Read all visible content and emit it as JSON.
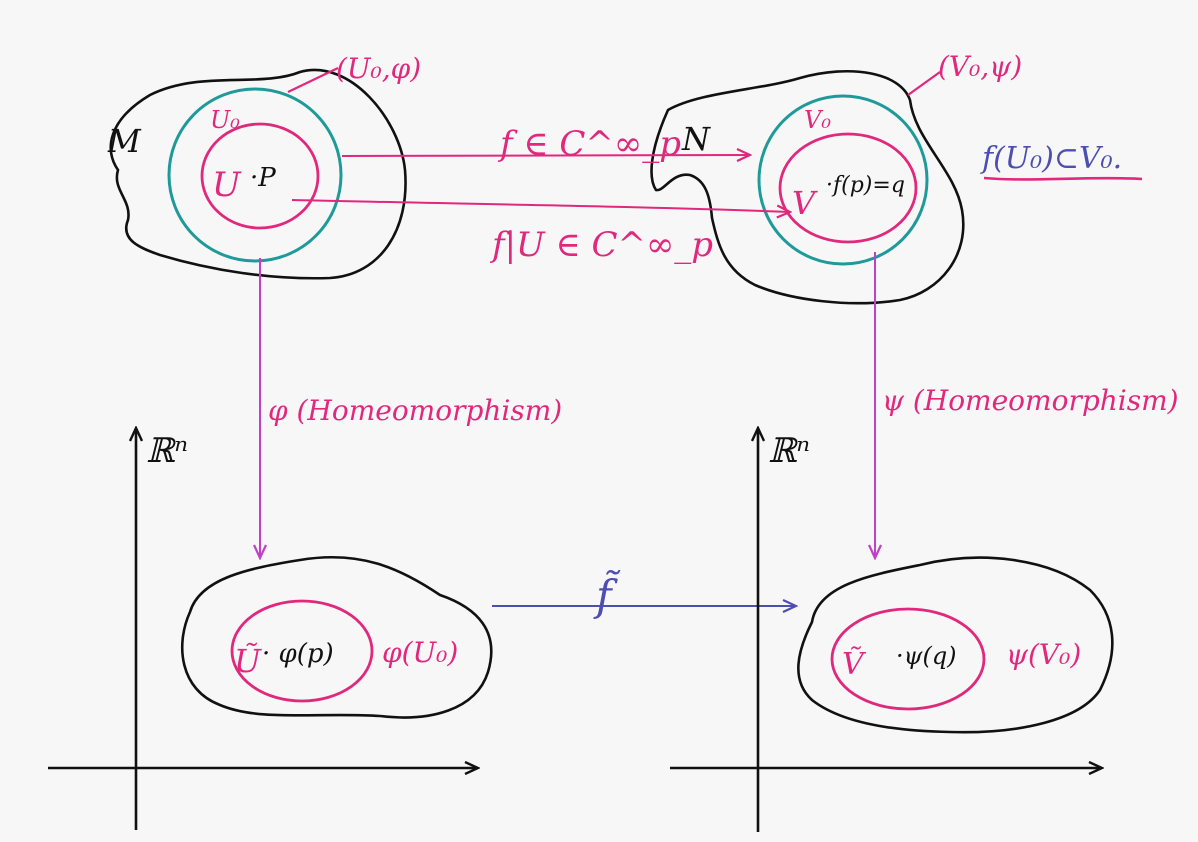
{
  "colors": {
    "background": "#f7f7f7",
    "outline": "#111111",
    "open_set": "#e0287d",
    "chart_circle": "#1f9a9a",
    "map_arrow": "#c040c8",
    "smooth_arrow": "#e0287d",
    "composite_arrow": "#4c4fb0",
    "note": "#4040a8"
  },
  "manifold_M": {
    "name": "M",
    "chart_label": "(U₀,φ)",
    "domain_label": "U₀",
    "subset_label": "U",
    "point_label": "·P"
  },
  "manifold_N": {
    "name": "N",
    "chart_label": "(V₀,ψ)",
    "domain_label": "V₀",
    "subset_label": "V",
    "point_label": "·f(p)=q"
  },
  "arrows": {
    "f_label": "f ∈ C^∞_p",
    "f_restricted_label": "f|U ∈ C^∞_p",
    "phi_label": "φ (Homeomorphism)",
    "psi_label": "ψ (Homeomorphism)",
    "f_tilde_label": "f̃"
  },
  "inclusion_note": "f(U₀)⊂V₀.",
  "euclidean_left": {
    "axis_label": "ℝⁿ",
    "region_label": "φ(U₀)",
    "subset_label": "Ũ",
    "point_label": "· φ(p)"
  },
  "euclidean_right": {
    "axis_label": "ℝⁿ",
    "region_label": "ψ(V₀)",
    "subset_label": "Ṽ",
    "point_label": "·ψ(q)"
  }
}
